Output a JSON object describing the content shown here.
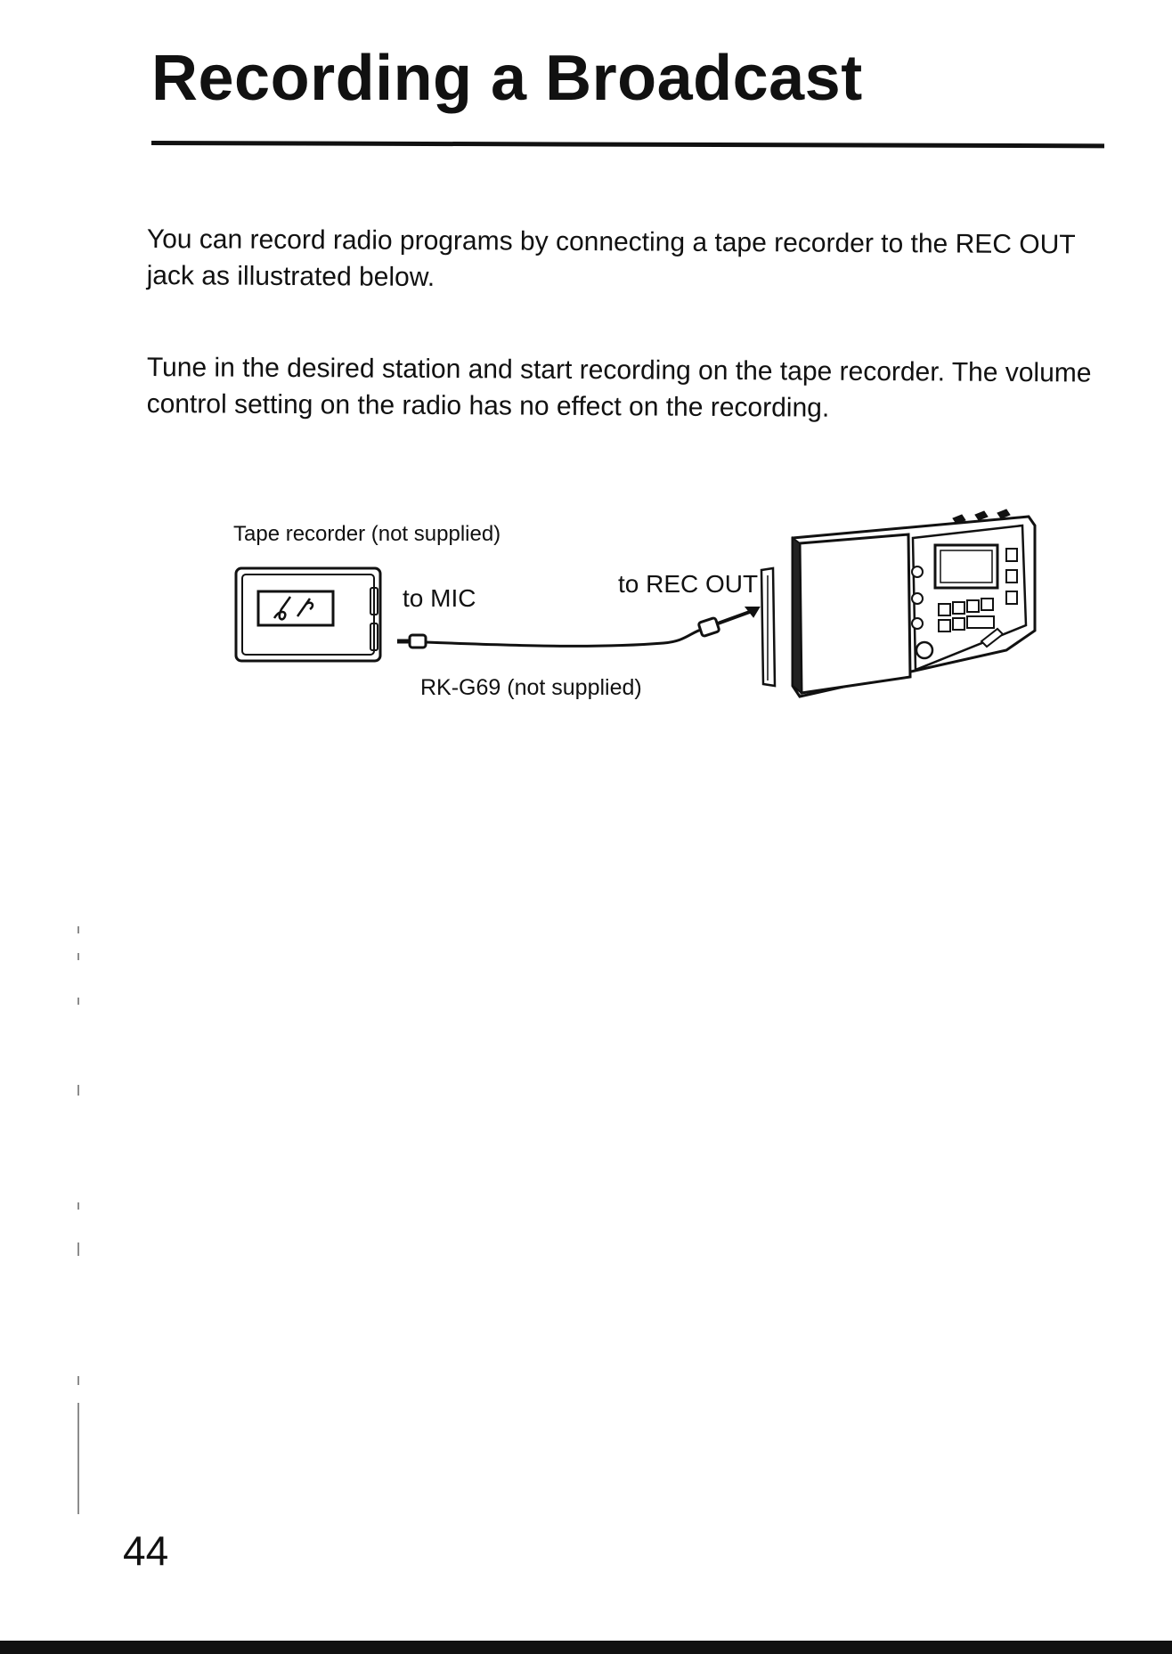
{
  "title": "Recording a Broadcast",
  "paragraphs": [
    "You can record radio programs by connecting a tape recorder to the REC OUT jack as illustrated below.",
    "Tune in the desired station and start recording on the tape recorder. The volume control setting on the radio has no effect on the recording."
  ],
  "diagram": {
    "tape_recorder_label": "Tape recorder (not supplied)",
    "mic_label": "to MIC",
    "rec_out_label": "to REC OUT",
    "cable_label": "RK-G69 (not supplied)"
  },
  "page_number": "44"
}
